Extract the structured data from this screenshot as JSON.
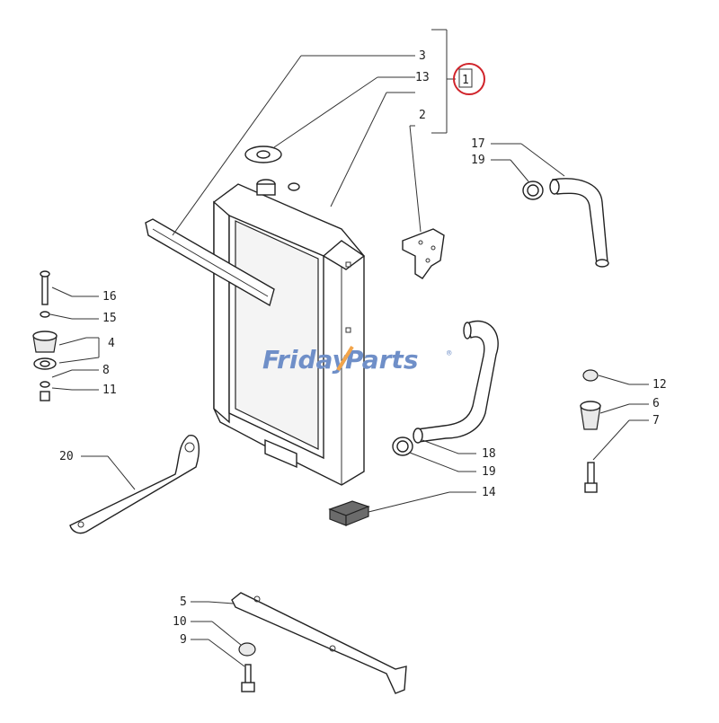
{
  "watermark": {
    "part1": "Friday",
    "part2": "Parts",
    "mark": "®"
  },
  "bracket_labels": {
    "l3": "3",
    "l13": "13",
    "l2": "2",
    "l1": "1"
  },
  "labels": {
    "l17": "17",
    "l19a": "19",
    "l16": "16",
    "l15": "15",
    "l4": "4",
    "l8": "8",
    "l11": "11",
    "l12": "12",
    "l6": "6",
    "l7": "7",
    "l18": "18",
    "l19b": "19",
    "l14": "14",
    "l20": "20",
    "l5": "5",
    "l10": "10",
    "l9": "9"
  },
  "highlight_color": "#d0232a"
}
